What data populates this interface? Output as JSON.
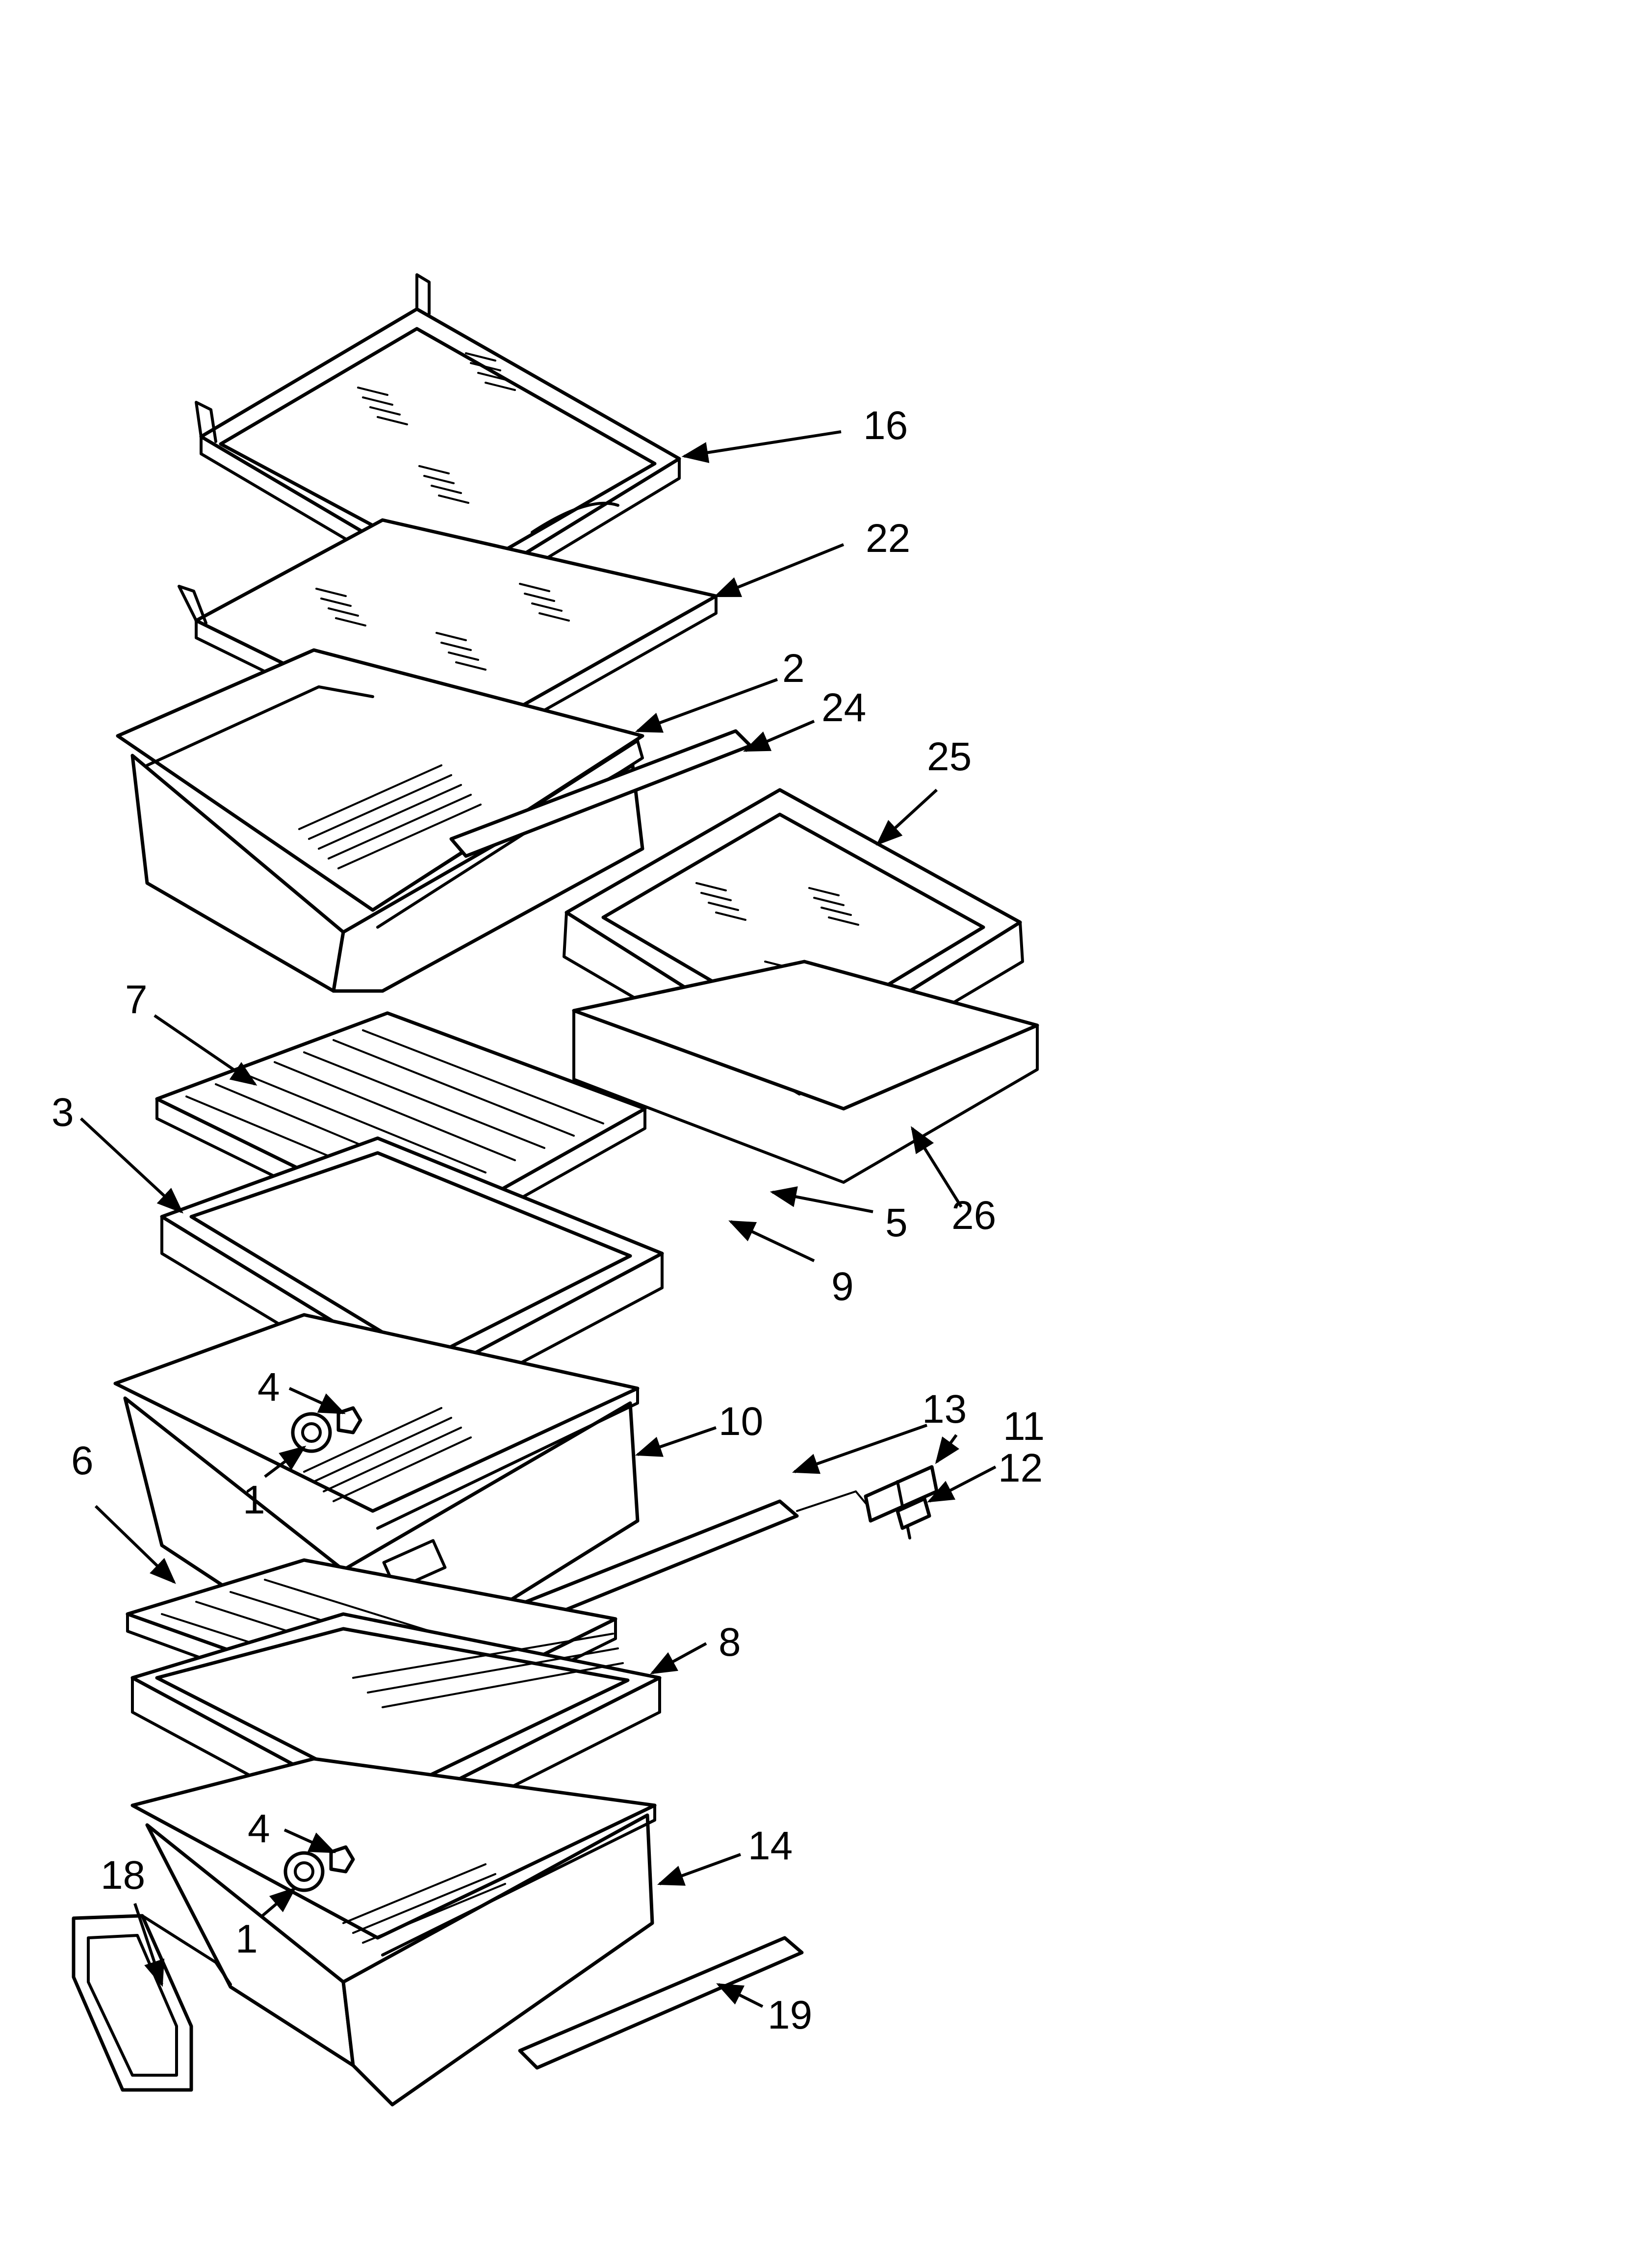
{
  "diagram": {
    "colors": {
      "line": "#000000",
      "background": "#ffffff"
    },
    "callouts": {
      "c16": "16",
      "c22": "22",
      "c2": "2",
      "c24": "24",
      "c25": "25",
      "c7": "7",
      "c3": "3",
      "c5": "5",
      "c26": "26",
      "c9": "9",
      "c4a": "4",
      "c10": "10",
      "c13": "13",
      "c11": "11",
      "c6": "6",
      "c12": "12",
      "c1a": "1",
      "c8": "8",
      "c4b": "4",
      "c14": "14",
      "c18": "18",
      "c1b": "1",
      "c19": "19"
    }
  }
}
